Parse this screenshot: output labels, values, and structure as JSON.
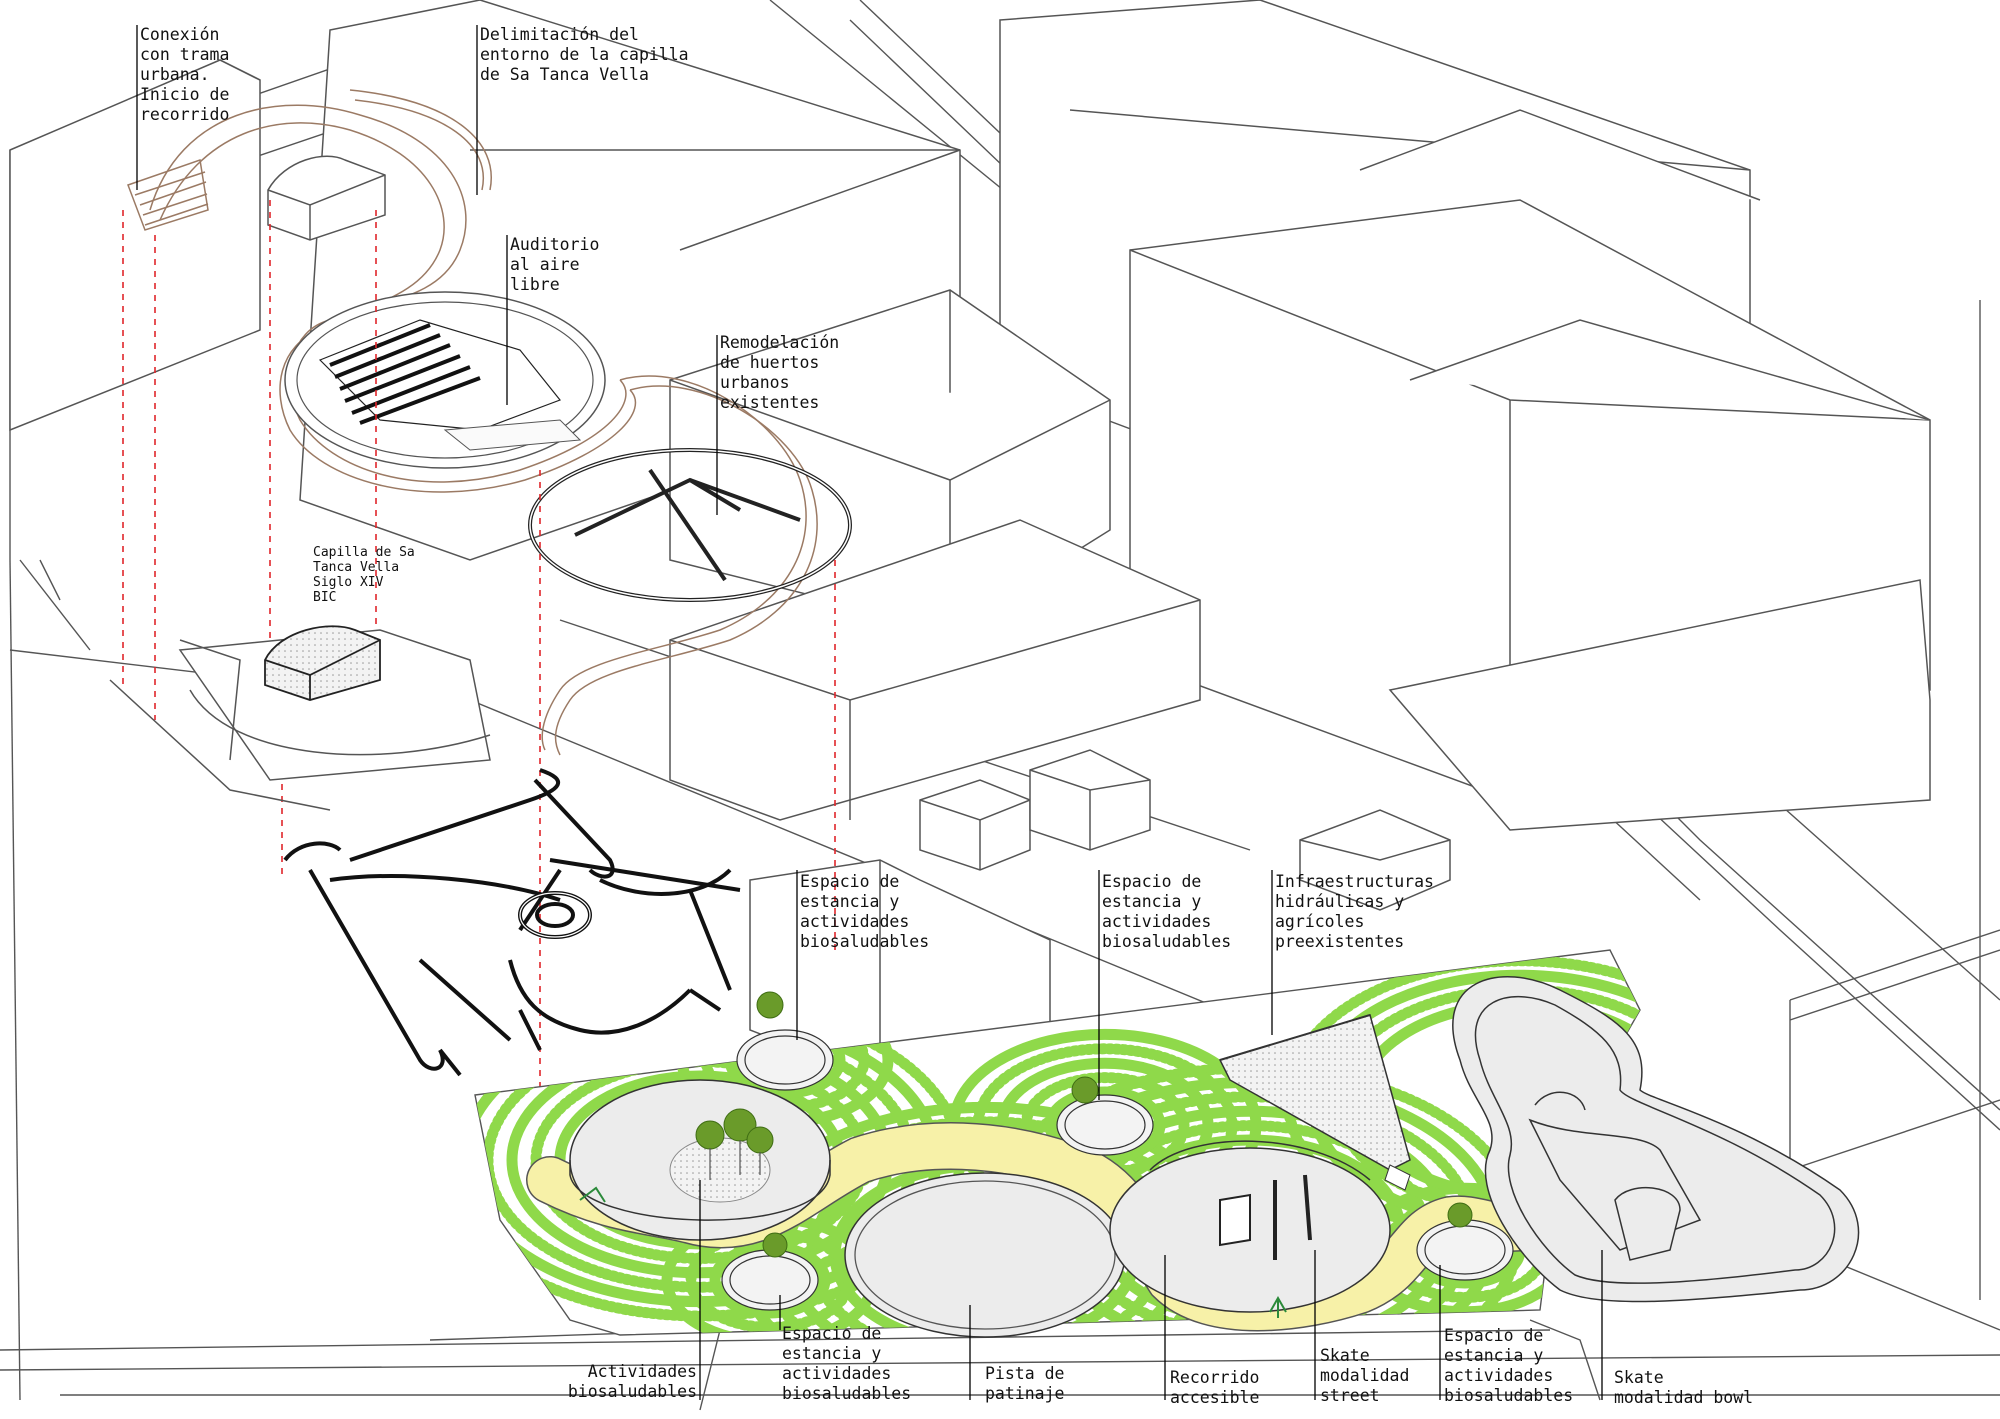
{
  "colors": {
    "line": "#555555",
    "light_line": "#a0a0a0",
    "callout": "#000000",
    "dashed": "#e0262b",
    "grass": "#8fd94a",
    "path": "#f7f1a8",
    "plaza": "#ececec",
    "ribbon": "#9b7a64"
  },
  "labels": {
    "conexion": "Conexión\ncon trama\nurbana.\nInicio de\nrecorrido",
    "delimitacion": "Delimitación del\nentorno de la capilla\nde Sa Tanca Vella",
    "auditorio": "Auditorio\nal aire\nlibre",
    "remodelacion": "Remodelación\nde huertos\nurbanos\nexistentes",
    "capilla": "Capilla de Sa\nTanca Vella\nSiglo XIV\nBIC",
    "espacio_1": "Espacio de\nestancia y\nactividades\nbiosaludables",
    "espacio_2": "Espacio de\nestancia y\nactividades\nbiosaludables",
    "infraestructuras": "Infraestructuras\nhidráulicas y\nagrícoles\npreexistentes",
    "actividades": "Actividades\nbiosaludables",
    "espacio_3": "Espacio de\nestancia y\nactividades\nbiosaludables",
    "pista": "Pista de\npatinaje",
    "recorrido": "Recorrido\naccesible",
    "skate_street": "Skate\nmodalidad\nstreet",
    "espacio_4": "Espacio de\nestancia y\nactividades\nbiosaludables",
    "skate_bowl": "Skate\nmodalidad bowl"
  }
}
